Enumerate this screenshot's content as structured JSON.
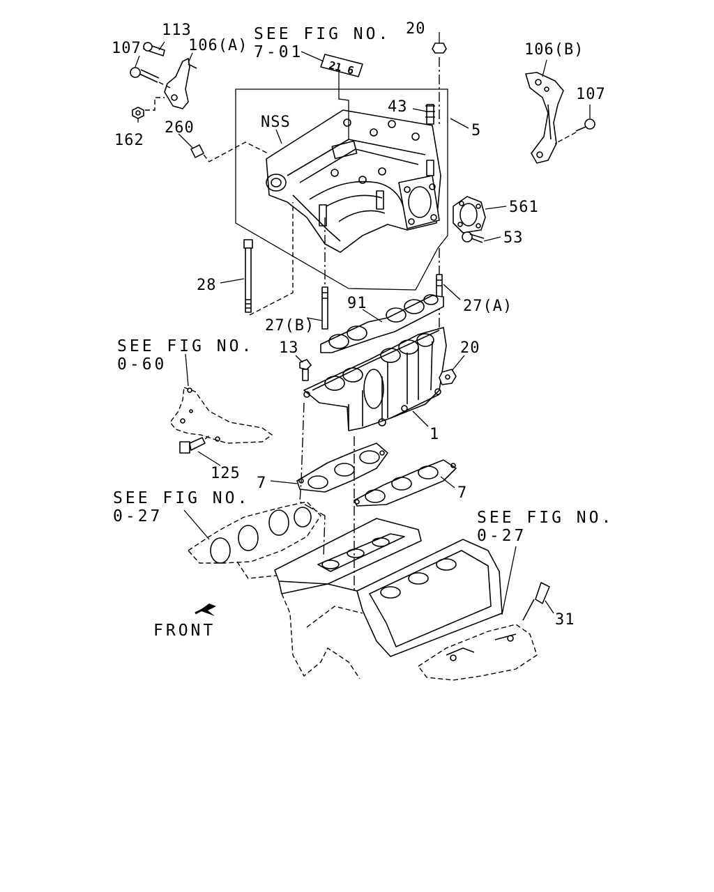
{
  "labels": {
    "p113": "113",
    "p107a": "107",
    "p106a": "106(A)",
    "p162": "162",
    "p260": "260",
    "p20a": "20",
    "p43": "43",
    "p5": "5",
    "nss": "NSS",
    "p106b": "106(B)",
    "p107b": "107",
    "p561": "561",
    "p53": "53",
    "p28": "28",
    "p27a": "27(A)",
    "p27b": "27(B)",
    "p91": "91",
    "p13": "13",
    "p20b": "20",
    "p1": "1",
    "p125": "125",
    "p7a": "7",
    "p7b": "7",
    "p31": "31",
    "front": "FRONT"
  },
  "refs": {
    "r701_line1": "SEE FIG NO.",
    "r701_line2": "7-01",
    "r060_line1": "SEE FIG NO.",
    "r060_line2": "0-60",
    "r027a_line1": "SEE FIG NO.",
    "r027a_line2": "0-27",
    "r027b_line1": "SEE FIG NO.",
    "r027b_line2": "0-27"
  },
  "stamp": "21 6"
}
